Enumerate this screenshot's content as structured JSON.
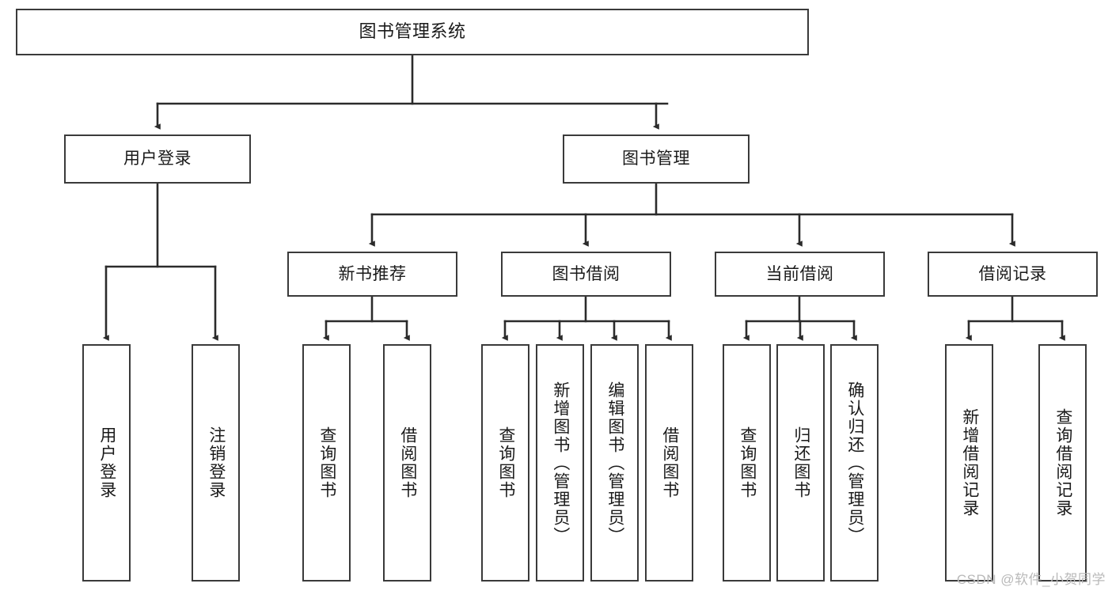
{
  "diagram": {
    "title": "图书管理系统",
    "type": "tree",
    "style": {
      "box_border_color": "#3a3a3a",
      "box_fill_color": "#ffffff",
      "line_color": "#2b2b2b",
      "text_color": "#1a1a1a",
      "background": "#ffffff"
    },
    "root": {
      "label": "图书管理系统"
    },
    "level2": [
      {
        "label": "用户登录"
      },
      {
        "label": "图书管理"
      }
    ],
    "level3": [
      {
        "label": "新书推荐"
      },
      {
        "label": "图书借阅"
      },
      {
        "label": "当前借阅"
      },
      {
        "label": "借阅记录"
      }
    ],
    "leaves": {
      "user_login": [
        {
          "label": "用户登录"
        },
        {
          "label": "注销登录"
        }
      ],
      "new_book_recommend": [
        {
          "label": "查询图书"
        },
        {
          "label": "借阅图书"
        }
      ],
      "book_borrow": [
        {
          "label": "查询图书"
        },
        {
          "label": "新增图书（管理员）"
        },
        {
          "label": "编辑图书（管理员）"
        },
        {
          "label": "借阅图书"
        }
      ],
      "current_borrow": [
        {
          "label": "查询图书"
        },
        {
          "label": "归还图书"
        },
        {
          "label": "确认归还（管理员）"
        }
      ],
      "borrow_record": [
        {
          "label": "新增借阅记录"
        },
        {
          "label": "查询借阅记录"
        }
      ]
    }
  },
  "watermark": {
    "text": "CSDN @软件_小贺同学"
  }
}
